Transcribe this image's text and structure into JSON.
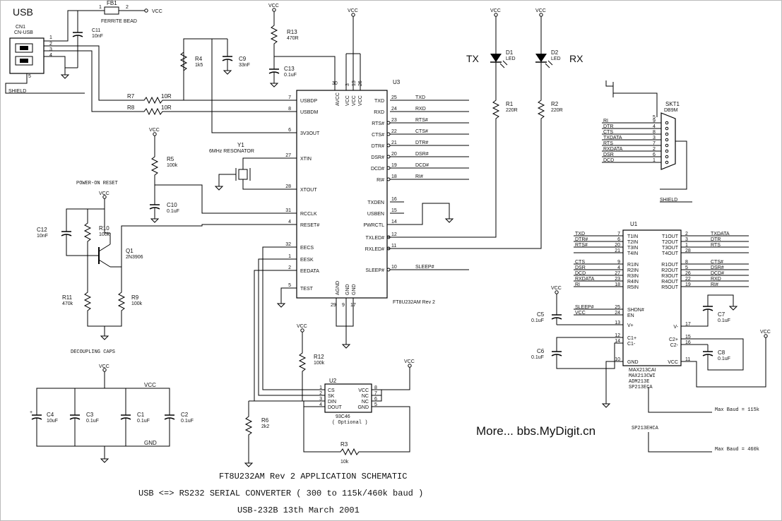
{
  "power": {
    "vcc": "VCC",
    "gnd": "GND",
    "shield": "SHIELD"
  },
  "usb": {
    "title": "USB",
    "ref": "CN1",
    "part": "CN-USB",
    "pins": [
      "1",
      "2",
      "3",
      "4",
      "5"
    ]
  },
  "fb1": {
    "ref": "FB1",
    "part": "FERRITE BEAD",
    "pin1": "1",
    "pin2": "2"
  },
  "c11": {
    "ref": "C11",
    "val": "10nF"
  },
  "r4": {
    "ref": "R4",
    "val": "1k5"
  },
  "c9": {
    "ref": "C9",
    "val": "33nF"
  },
  "r13": {
    "ref": "R13",
    "val": "470R"
  },
  "c13": {
    "ref": "C13",
    "val": "0.1uF"
  },
  "r7": {
    "ref": "R7",
    "val": "10R"
  },
  "r8": {
    "ref": "R8",
    "val": "10R"
  },
  "y1": {
    "ref": "Y1",
    "part": "6MHz RESONATOR"
  },
  "r5": {
    "ref": "R5",
    "val": "100k"
  },
  "c10": {
    "ref": "C10",
    "val": "0.1uF"
  },
  "por": {
    "title": "POWER-ON RESET"
  },
  "c12": {
    "ref": "C12",
    "val": "10nF"
  },
  "r10": {
    "ref": "R10",
    "val": "100k"
  },
  "q1": {
    "ref": "Q1",
    "part": "2N3906"
  },
  "r11": {
    "ref": "R11",
    "val": "470k"
  },
  "r9": {
    "ref": "R9",
    "val": "100k"
  },
  "decoupling": {
    "title": "DECOUPLING CAPS",
    "caps": [
      {
        "ref": "C4",
        "val": "10uF"
      },
      {
        "ref": "C3",
        "val": "0.1uF"
      },
      {
        "ref": "C1",
        "val": "0.1uF"
      },
      {
        "ref": "C2",
        "val": "0.1uF"
      }
    ]
  },
  "u3": {
    "ref": "U3",
    "part": "FT8U232AM Rev 2",
    "left_pins": [
      {
        "name": "USBDP",
        "num": "7"
      },
      {
        "name": "USBDM",
        "num": "8"
      },
      {
        "name": "3V3OUT",
        "num": "6"
      },
      {
        "name": "XTIN",
        "num": "27"
      },
      {
        "name": "XTOUT",
        "num": "28"
      },
      {
        "name": "RCCLK",
        "num": "31"
      },
      {
        "name": "RESET#",
        "num": "4"
      },
      {
        "name": "EECS",
        "num": "32"
      },
      {
        "name": "EESK",
        "num": "1"
      },
      {
        "name": "EEDATA",
        "num": "2"
      },
      {
        "name": "TEST",
        "num": "5"
      }
    ],
    "right_pins": [
      {
        "name": "TXD",
        "num": "25",
        "net": "TXD"
      },
      {
        "name": "RXD",
        "num": "24",
        "net": "RXD"
      },
      {
        "name": "RTS#",
        "num": "23",
        "net": "RTS#"
      },
      {
        "name": "CTS#",
        "num": "22",
        "net": "CTS#"
      },
      {
        "name": "DTR#",
        "num": "21",
        "net": "DTR#"
      },
      {
        "name": "DSR#",
        "num": "20",
        "net": "DSR#"
      },
      {
        "name": "DCD#",
        "num": "19",
        "net": "DCD#"
      },
      {
        "name": "RI#",
        "num": "18",
        "net": "RI#"
      },
      {
        "name": "TXDEN",
        "num": "16",
        "net": ""
      },
      {
        "name": "USBEN",
        "num": "15",
        "net": ""
      },
      {
        "name": "PWRCTL",
        "num": "14",
        "net": ""
      },
      {
        "name": "TXLED#",
        "num": "12",
        "net": ""
      },
      {
        "name": "RXLED#",
        "num": "11",
        "net": ""
      },
      {
        "name": "SLEEP#",
        "num": "10",
        "net": "SLEEP#"
      }
    ],
    "top_pins": [
      {
        "name": "AVCC",
        "num": "30"
      },
      {
        "name": "VCC",
        "num": "3"
      },
      {
        "name": "VCC",
        "num": "13"
      },
      {
        "name": "VCC",
        "num": "26"
      }
    ],
    "bottom_pins": [
      {
        "name": "AGND",
        "num": "29"
      },
      {
        "name": "GND",
        "num": "9"
      },
      {
        "name": "GND",
        "num": "17"
      }
    ]
  },
  "leds": {
    "tx_label": "TX",
    "rx_label": "RX",
    "d1": {
      "ref": "D1",
      "part": "LED"
    },
    "d2": {
      "ref": "D2",
      "part": "LED"
    },
    "r1": {
      "ref": "R1",
      "val": "220R"
    },
    "r2": {
      "ref": "R2",
      "val": "220R"
    }
  },
  "skt1": {
    "ref": "SKT1",
    "part": "DB9M",
    "pins": [
      {
        "net": "RI",
        "num": "9"
      },
      {
        "net": "DTR",
        "num": "4"
      },
      {
        "net": "CTS",
        "num": "8"
      },
      {
        "net": "TXDATA",
        "num": "3"
      },
      {
        "net": "RTS",
        "num": "7"
      },
      {
        "net": "RXDATA",
        "num": "2"
      },
      {
        "net": "DSR",
        "num": "6"
      },
      {
        "net": "DCD",
        "num": "1"
      }
    ],
    "pin5": "5"
  },
  "u1": {
    "ref": "U1",
    "parts": [
      "MAX213CAI",
      "MAX213CWI",
      "ADM213E",
      "SP213ECA"
    ],
    "left_top": [
      {
        "net": "TXD",
        "num": "7",
        "pin": "T1IN"
      },
      {
        "net": "DTR#",
        "num": "6",
        "pin": "T2IN"
      },
      {
        "net": "RTS#",
        "num": "20",
        "pin": "T3IN"
      },
      {
        "net": "",
        "num": "21",
        "pin": "T4IN"
      }
    ],
    "left_mid": [
      {
        "net": "CTS",
        "num": "9",
        "pin": "R1IN"
      },
      {
        "net": "DSR",
        "num": "4",
        "pin": "R2IN"
      },
      {
        "net": "DCD",
        "num": "27",
        "pin": "R3IN"
      },
      {
        "net": "RXDATA",
        "num": "23",
        "pin": "R4IN"
      },
      {
        "net": "RI",
        "num": "18",
        "pin": "R5IN"
      }
    ],
    "right_top": [
      {
        "pin": "T1OUT",
        "num": "2",
        "net": "TXDATA"
      },
      {
        "pin": "T2OUT",
        "num": "3",
        "net": "DTR"
      },
      {
        "pin": "T3OUT",
        "num": "1",
        "net": "RTS"
      },
      {
        "pin": "T4OUT",
        "num": "28",
        "net": ""
      }
    ],
    "right_mid": [
      {
        "pin": "R1OUT",
        "num": "8",
        "net": "CTS#"
      },
      {
        "pin": "R2OUT",
        "num": "5",
        "net": "DSR#"
      },
      {
        "pin": "R3OUT",
        "num": "26",
        "net": "DCD#"
      },
      {
        "pin": "R4OUT",
        "num": "22",
        "net": "RXD"
      },
      {
        "pin": "R5OUT",
        "num": "19",
        "net": "RI#"
      }
    ],
    "shdn": {
      "pin": "SHDN#",
      "num": "25",
      "net": "SLEEP#"
    },
    "en": {
      "pin": "EN",
      "num": "24",
      "net": "VCC"
    },
    "vplus": {
      "pin": "V+",
      "num": "13"
    },
    "vminus": {
      "pin": "V-",
      "num": "17"
    },
    "c1p": {
      "pin": "C1+",
      "num": "12"
    },
    "c1m": {
      "pin": "C1-",
      "num": "14"
    },
    "c2p": {
      "pin": "C2+",
      "num": "15"
    },
    "c2m": {
      "pin": "C2-",
      "num": "16"
    },
    "gnd": {
      "pin": "GND",
      "num": "10"
    },
    "vcc": {
      "pin": "VCC",
      "num": "11"
    }
  },
  "c5": {
    "ref": "C5",
    "val": "0.1uF"
  },
  "c6": {
    "ref": "C6",
    "val": "0.1uF"
  },
  "c7": {
    "ref": "C7",
    "val": "0.1uF"
  },
  "c8": {
    "ref": "C8",
    "val": "0.1uF"
  },
  "baud": {
    "note1": "Max Baud = 115k",
    "part2": "SP213EHCA",
    "note2": "Max Baud = 460k"
  },
  "u2": {
    "ref": "U2",
    "part": "93C46",
    "note": "( Optional )",
    "left_pins": [
      {
        "num": "1",
        "pin": "CS"
      },
      {
        "num": "2",
        "pin": "SK"
      },
      {
        "num": "3",
        "pin": "DIN"
      },
      {
        "num": "4",
        "pin": "DOUT"
      }
    ],
    "right_pins": [
      {
        "pin": "VCC",
        "num": "8"
      },
      {
        "pin": "NC",
        "num": "7"
      },
      {
        "pin": "NC",
        "num": "6"
      },
      {
        "pin": "GND",
        "num": "5"
      }
    ]
  },
  "r12": {
    "ref": "R12",
    "val": "100k"
  },
  "r6": {
    "ref": "R6",
    "val": "2k2"
  },
  "r3": {
    "ref": "R3",
    "val": "10k"
  },
  "watermark": "More... bbs.MyDigit.cn",
  "titleblock": {
    "line1": "FT8U232AM Rev 2 APPLICATION SCHEMATIC",
    "line2": "USB <=> RS232 SERIAL CONVERTER ( 300 to 115k/460k baud )",
    "line3": "USB-232B 13th March 2001"
  }
}
